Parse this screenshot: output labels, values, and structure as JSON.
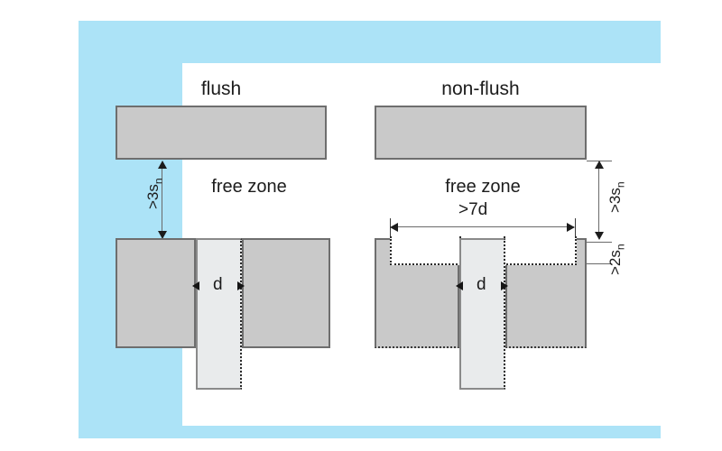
{
  "figure": {
    "colors": {
      "frame": "#ace3f7",
      "canvas": "#ffffff",
      "block_fill": "#c9c9c9",
      "block_stroke": "#6e6e6e",
      "sensor_fill": "#e9ebec",
      "sensor_stroke": "#8a8a8a",
      "dimension_line": "#6a6a6a",
      "text": "#1c1c1c"
    }
  },
  "panels": [
    {
      "id": "flush",
      "title": "flush",
      "free_zone_label": "free zone",
      "vertical_clearance": {
        "prefix": ">3s",
        "subscript": "n"
      },
      "diameter_label": "d"
    },
    {
      "id": "non-flush",
      "title": "non-flush",
      "free_zone_label": "free zone",
      "vertical_clearance": {
        "prefix": ">3s",
        "subscript": "n"
      },
      "recess_depth": {
        "prefix": ">2s",
        "subscript": "n"
      },
      "recess_width": "&gt;7d",
      "recess_width_text": ">7d",
      "diameter_label": "d"
    }
  ]
}
